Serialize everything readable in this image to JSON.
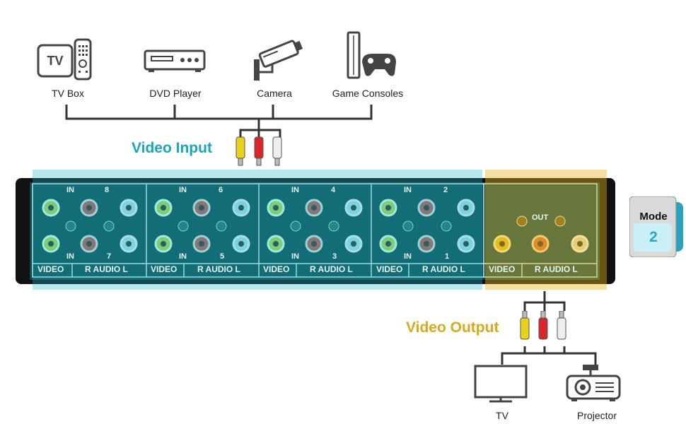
{
  "sources": [
    {
      "label": "TV Box",
      "icon": "tv-box-icon"
    },
    {
      "label": "DVD Player",
      "icon": "dvd-player-icon"
    },
    {
      "label": "Camera",
      "icon": "camera-icon"
    },
    {
      "label": "Game Consoles",
      "icon": "game-console-icon"
    }
  ],
  "video_input_title": "Video Input",
  "video_output_title": "Video Output",
  "panel": {
    "in_label": "IN",
    "out_label": "OUT",
    "video_label": "VIDEO",
    "audio_label": "R AUDIO L",
    "groups": [
      {
        "top_num": "8",
        "bottom_num": "7"
      },
      {
        "top_num": "6",
        "bottom_num": "5"
      },
      {
        "top_num": "4",
        "bottom_num": "3"
      },
      {
        "top_num": "2",
        "bottom_num": "1"
      }
    ]
  },
  "mode": {
    "label": "Mode",
    "value": "2"
  },
  "outputs": [
    {
      "label": "TV",
      "icon": "tv-icon"
    },
    {
      "label": "Projector",
      "icon": "projector-icon"
    }
  ],
  "colors": {
    "input_highlight": "#1fb8c9",
    "output_highlight": "#e6b422",
    "input_title": "#1aa6bf",
    "output_title": "#d8a91a",
    "panel": "#0d4a4f"
  }
}
